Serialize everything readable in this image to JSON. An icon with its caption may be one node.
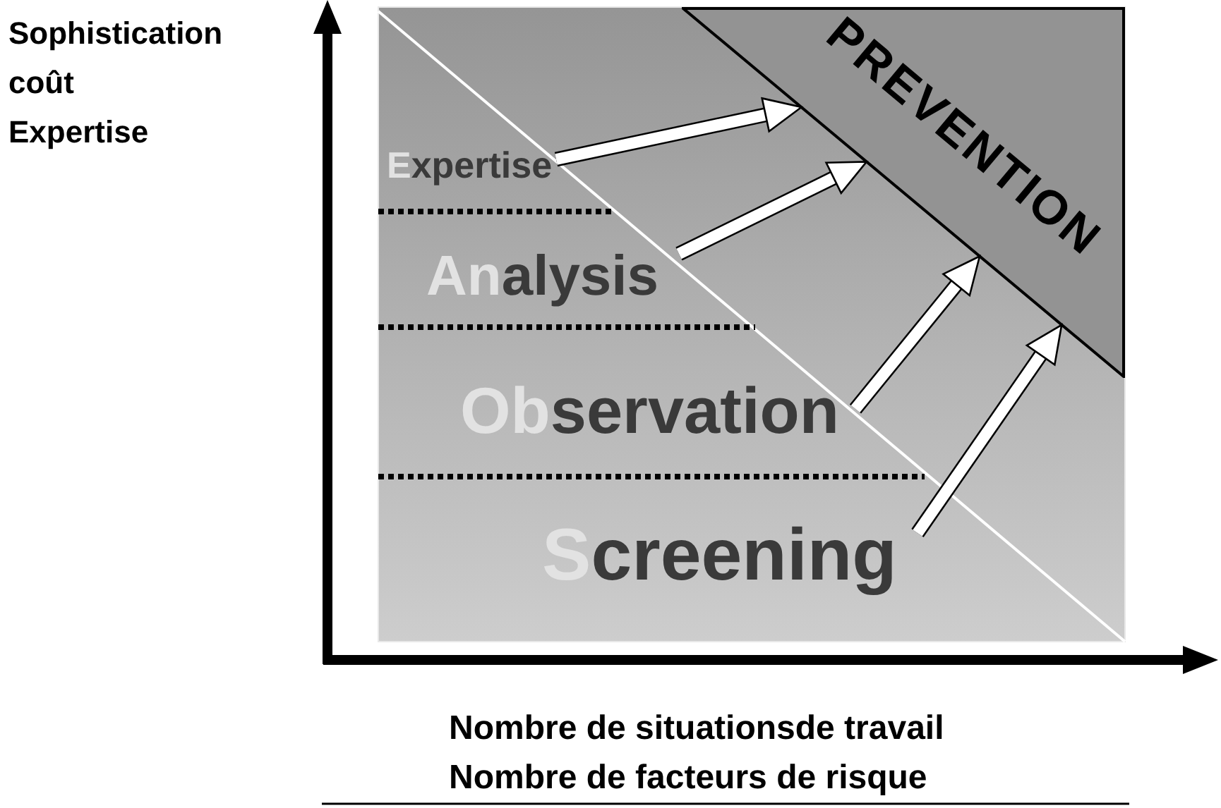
{
  "diagram": {
    "nodes": [
      {
        "text": [
          "Expertise"
        ]
      },
      {
        "text": [
          "Analysis"
        ]
      },
      {
        "text": [
          "Observation"
        ]
      },
      {
        "text": [
          "Screening"
        ]
      },
      {
        "text": [
          "PREVENTION"
        ]
      }
    ],
    "edges": [
      {
        "from": 0,
        "to": 4,
        "arrow": "to"
      },
      {
        "from": 1,
        "to": 4,
        "arrow": "to"
      },
      {
        "from": 2,
        "to": 4,
        "arrow": "to"
      },
      {
        "from": 3,
        "to": 4,
        "arrow": "to"
      }
    ],
    "labels": [
      "Sophistication",
      "coût",
      "Expertise",
      "Nombre de situationsde travail",
      "Nombre de facteurs de risque"
    ]
  }
}
